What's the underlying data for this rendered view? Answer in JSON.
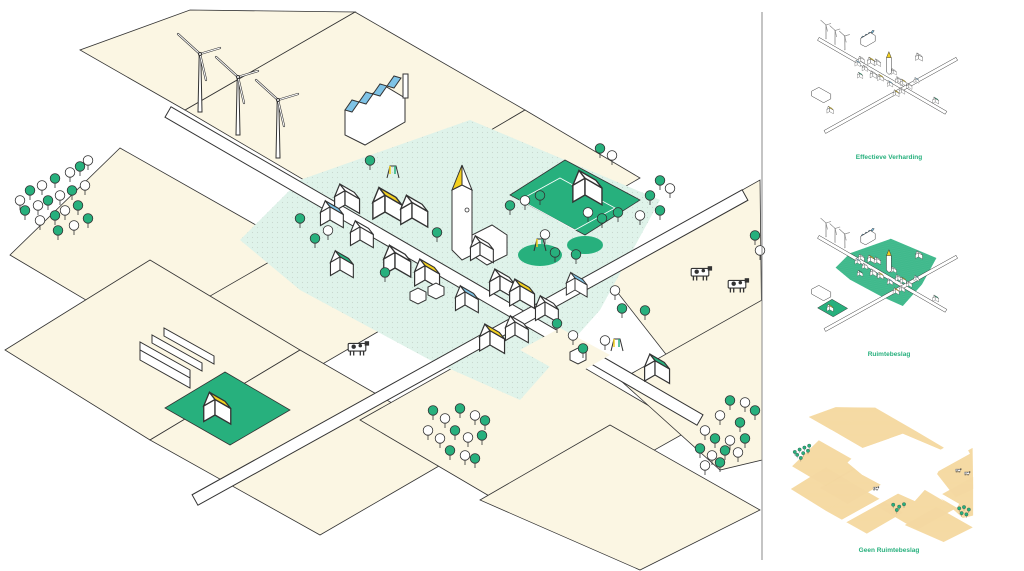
{
  "colors": {
    "field": "#fbf6e3",
    "field_line": "#d9d1b4",
    "outline": "#333333",
    "green": "#27b07d",
    "green_light": "#dff3ea",
    "yellow": "#f4d11e",
    "blue": "#7fc3e6",
    "sand": "#f6dba5",
    "sand_dark": "#e6c585",
    "divider": "#888888"
  },
  "icons": [
    "wind-turbine-icon",
    "factory-icon",
    "church-tower-icon",
    "house-icon",
    "tree-icon",
    "cow-icon",
    "greenhouse-icon",
    "swing-icon"
  ],
  "panels": [
    {
      "caption": "Effectieve Verharding",
      "color": "#27b07d"
    },
    {
      "caption": "Ruimtebeslag",
      "color": "#27b07d"
    },
    {
      "caption": "Geen Ruimtebeslag",
      "color": "#27b07d"
    }
  ]
}
